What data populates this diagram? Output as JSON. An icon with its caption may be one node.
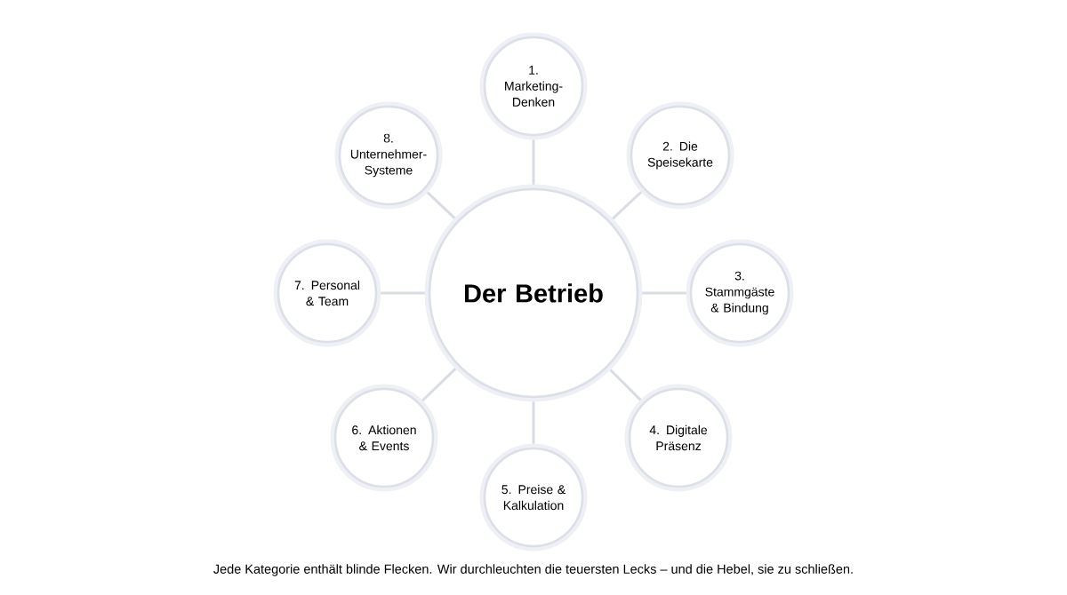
{
  "diagram": {
    "caption": "Jede Kategorie enthält blinde Flecken. Wir durchleuchten die teuersten Lecks – und die Hebel, sie zu schließen.",
    "nodes": [
      {
        "text": [
          "Der Betrieb"
        ]
      },
      {
        "text": [
          "1. Marketing-Denken"
        ]
      },
      {
        "text": [
          "2. Die Speisekarte"
        ]
      },
      {
        "text": [
          "3. Stammgäste & Bindung"
        ]
      },
      {
        "text": [
          "4. Digitale Präsenz"
        ]
      },
      {
        "text": [
          "5. Preise & Kalkulation"
        ]
      },
      {
        "text": [
          "6. Aktionen & Events"
        ]
      },
      {
        "text": [
          "7. Personal & Team"
        ]
      },
      {
        "text": [
          "8. Unternehmer-Systeme"
        ]
      }
    ],
    "edges": [
      {
        "from": 0,
        "to": 1,
        "arrow": "none"
      },
      {
        "from": 0,
        "to": 2,
        "arrow": "none"
      },
      {
        "from": 0,
        "to": 3,
        "arrow": "none"
      },
      {
        "from": 0,
        "to": 4,
        "arrow": "none"
      },
      {
        "from": 0,
        "to": 5,
        "arrow": "none"
      },
      {
        "from": 0,
        "to": 6,
        "arrow": "none"
      },
      {
        "from": 0,
        "to": 7,
        "arrow": "none"
      },
      {
        "from": 0,
        "to": 8,
        "arrow": "none"
      }
    ]
  }
}
